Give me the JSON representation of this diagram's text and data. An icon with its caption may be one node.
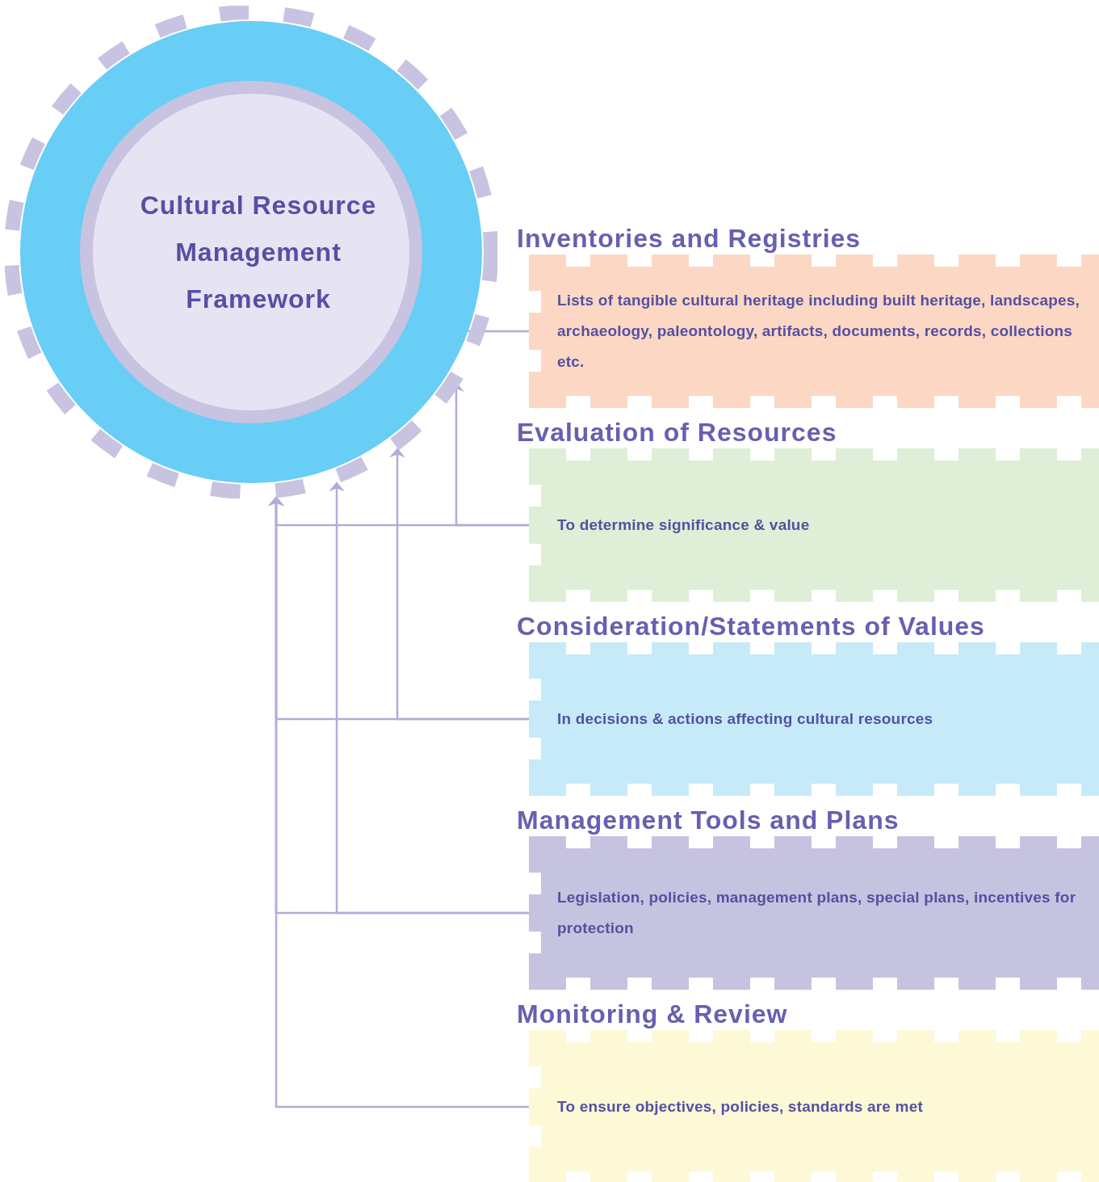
{
  "diagram": {
    "nodes": [
      {
        "text": [
          "Cultural Resource Management Framework"
        ]
      },
      {
        "text": [
          "Inventories and Registries",
          "Lists of tangible cultural heritage including built heritage, landscapes, archaeology, paleontology, artifacts, documents, records, collections etc."
        ]
      },
      {
        "text": [
          "Evaluation of Resources",
          "To determine significance & value"
        ]
      },
      {
        "text": [
          "Consideration/Statements of Values",
          "In decisions & actions affecting cultural resources"
        ]
      },
      {
        "text": [
          "Management Tools and Plans",
          "Legislation, policies, management plans, special plans, incentives for protection"
        ]
      },
      {
        "text": [
          "Monitoring & Review",
          "To ensure objectives, policies, standards are met"
        ]
      }
    ],
    "edges": [
      {
        "from": 1,
        "to": 0,
        "arrow": "none"
      },
      {
        "from": 2,
        "to": 0,
        "arrow": "to"
      },
      {
        "from": 3,
        "to": 0,
        "arrow": "to"
      },
      {
        "from": 4,
        "to": 0,
        "arrow": "to"
      },
      {
        "from": 5,
        "to": 0,
        "arrow": "to"
      },
      {
        "from": 2,
        "to": 0,
        "arrow": "to"
      },
      {
        "from": 3,
        "to": 0,
        "arrow": "to"
      },
      {
        "from": 4,
        "to": 0,
        "arrow": "to"
      }
    ]
  }
}
